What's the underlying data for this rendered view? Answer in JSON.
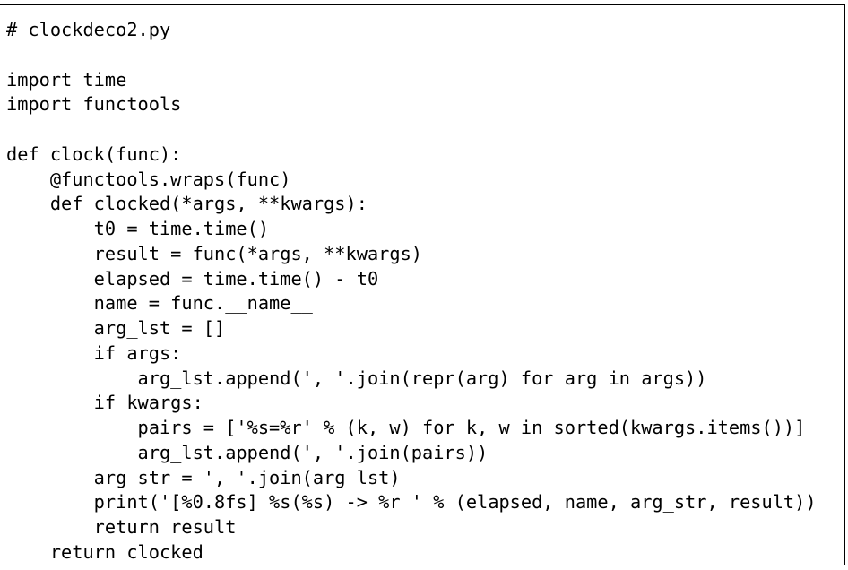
{
  "code": {
    "lines": [
      "# clockdeco2.py",
      "",
      "import time",
      "import functools",
      "",
      "def clock(func):",
      "    @functools.wraps(func)",
      "    def clocked(*args, **kwargs):",
      "        t0 = time.time()",
      "        result = func(*args, **kwargs)",
      "        elapsed = time.time() - t0",
      "        name = func.__name__",
      "        arg_lst = []",
      "        if args:",
      "            arg_lst.append(', '.join(repr(arg) for arg in args))",
      "        if kwargs:",
      "            pairs = ['%s=%r' % (k, w) for k, w in sorted(kwargs.items())]",
      "            arg_lst.append(', '.join(pairs))",
      "        arg_str = ', '.join(arg_lst)",
      "        print('[%0.8fs] %s(%s) -> %r ' % (elapsed, name, arg_str, result))",
      "        return result",
      "    return clocked"
    ]
  }
}
